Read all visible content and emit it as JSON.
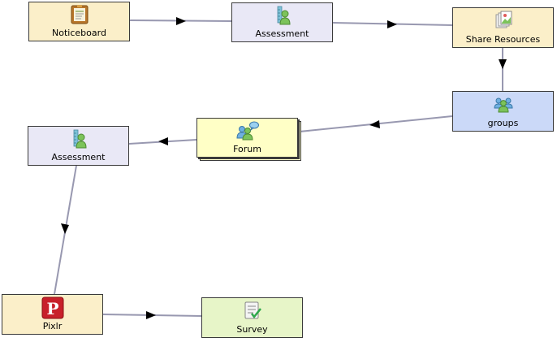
{
  "colors": {
    "yellow_node": "#fbefc9",
    "lavender_node": "#e9e8f6",
    "blue_node": "#cbd9f8",
    "forum_node": "#ffffc6",
    "green_node": "#e7f5c8",
    "edge": "#9898b0",
    "arrowhead": "#000000"
  },
  "nodes": [
    {
      "id": "noticeboard",
      "label": "Noticeboard",
      "icon": "noticeboard-icon",
      "color": "#fbefc9"
    },
    {
      "id": "assessment-top",
      "label": "Assessment",
      "icon": "assessment-icon",
      "color": "#e9e8f6"
    },
    {
      "id": "share-resources",
      "label": "Share Resources",
      "icon": "share-resources-icon",
      "color": "#fbefc9"
    },
    {
      "id": "groups",
      "label": "groups",
      "icon": "groups-icon",
      "color": "#cbd9f8"
    },
    {
      "id": "forum",
      "label": "Forum",
      "icon": "forum-icon",
      "color": "#ffffc6"
    },
    {
      "id": "assessment-left",
      "label": "Assessment",
      "icon": "assessment-icon",
      "color": "#e9e8f6"
    },
    {
      "id": "pixlr",
      "label": "Pixlr",
      "icon": "pixlr-icon",
      "color": "#fbefc9"
    },
    {
      "id": "survey",
      "label": "Survey",
      "icon": "survey-icon",
      "color": "#e7f5c8"
    }
  ],
  "edges": [
    {
      "from": "noticeboard",
      "to": "assessment-top"
    },
    {
      "from": "assessment-top",
      "to": "share-resources"
    },
    {
      "from": "share-resources",
      "to": "groups"
    },
    {
      "from": "groups",
      "to": "forum"
    },
    {
      "from": "forum",
      "to": "assessment-left"
    },
    {
      "from": "assessment-left",
      "to": "pixlr"
    },
    {
      "from": "pixlr",
      "to": "survey"
    }
  ]
}
